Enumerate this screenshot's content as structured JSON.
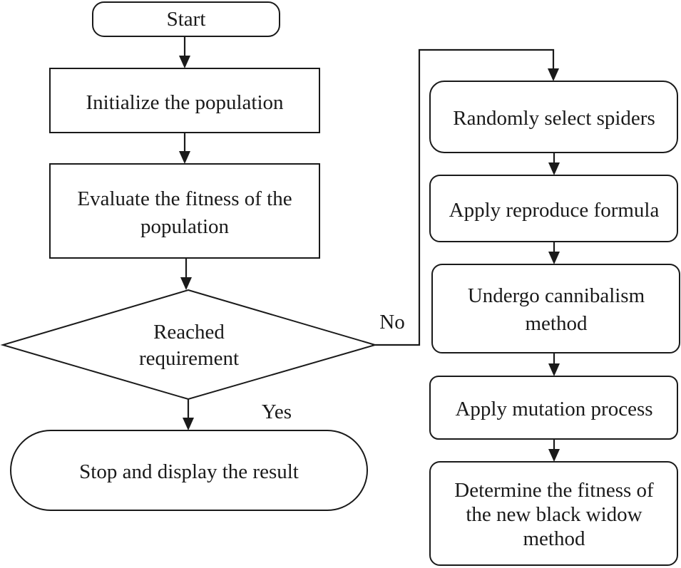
{
  "nodes": {
    "start": "Start",
    "init": "Initialize the population",
    "evaluate": [
      "Evaluate the fitness of the",
      "population"
    ],
    "decision": [
      "Reached",
      "requirement"
    ],
    "stop": "Stop and display the result",
    "select": "Randomly select spiders",
    "reproduce": "Apply reproduce formula",
    "cannibal": [
      "Undergo cannibalism",
      "method"
    ],
    "mutation": "Apply mutation process",
    "determine": [
      "Determine the fitness of",
      "the new black widow",
      "method"
    ]
  },
  "edges": {
    "no_label": "No",
    "yes_label": "Yes"
  }
}
